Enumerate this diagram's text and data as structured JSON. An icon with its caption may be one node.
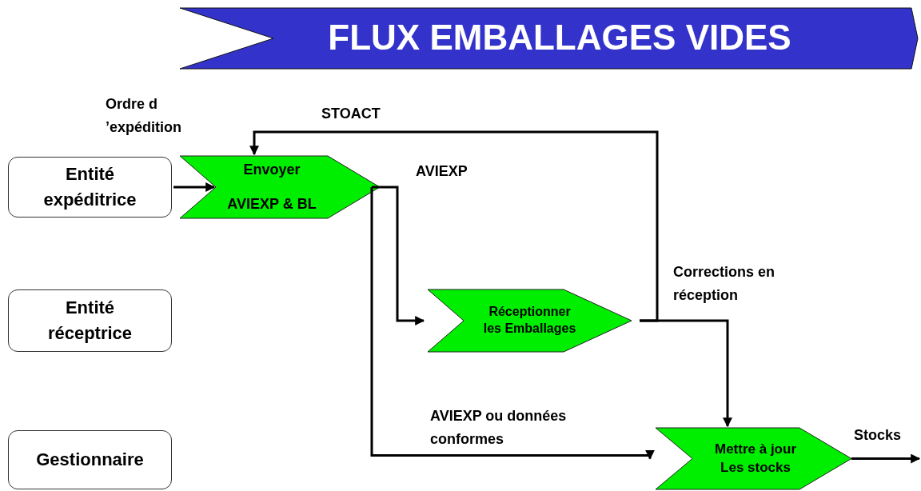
{
  "diagram": {
    "title": "FLUX EMBALLAGES VIDES",
    "nodes": [
      {
        "text": [
          "Entité expéditrice"
        ]
      },
      {
        "text": [
          "Entité réceptrice"
        ]
      },
      {
        "text": [
          "Gestionnaire"
        ]
      },
      {
        "text": [
          "Envoyer AVIEXP & BL"
        ]
      },
      {
        "text": [
          "Réceptionner les Emballages"
        ]
      },
      {
        "text": [
          "Mettre à jour Les stocks"
        ]
      }
    ],
    "edges": [
      {
        "from": 0,
        "to": 3,
        "arrow": "to"
      },
      {
        "from": 3,
        "to": 4,
        "arrow": "to",
        "label": "AVIEXP"
      },
      {
        "from": 3,
        "to": 5,
        "arrow": "to",
        "label": "AVIEXP ou données conformes"
      },
      {
        "from": 4,
        "to": 3,
        "arrow": "to",
        "label": "STOACT"
      },
      {
        "from": 4,
        "to": 5,
        "arrow": "to",
        "label": "Corrections en réception"
      },
      {
        "from": 5,
        "to": null,
        "arrow": "to",
        "label": "Stocks"
      }
    ],
    "labels": [
      "Ordre d ’expédition"
    ]
  }
}
